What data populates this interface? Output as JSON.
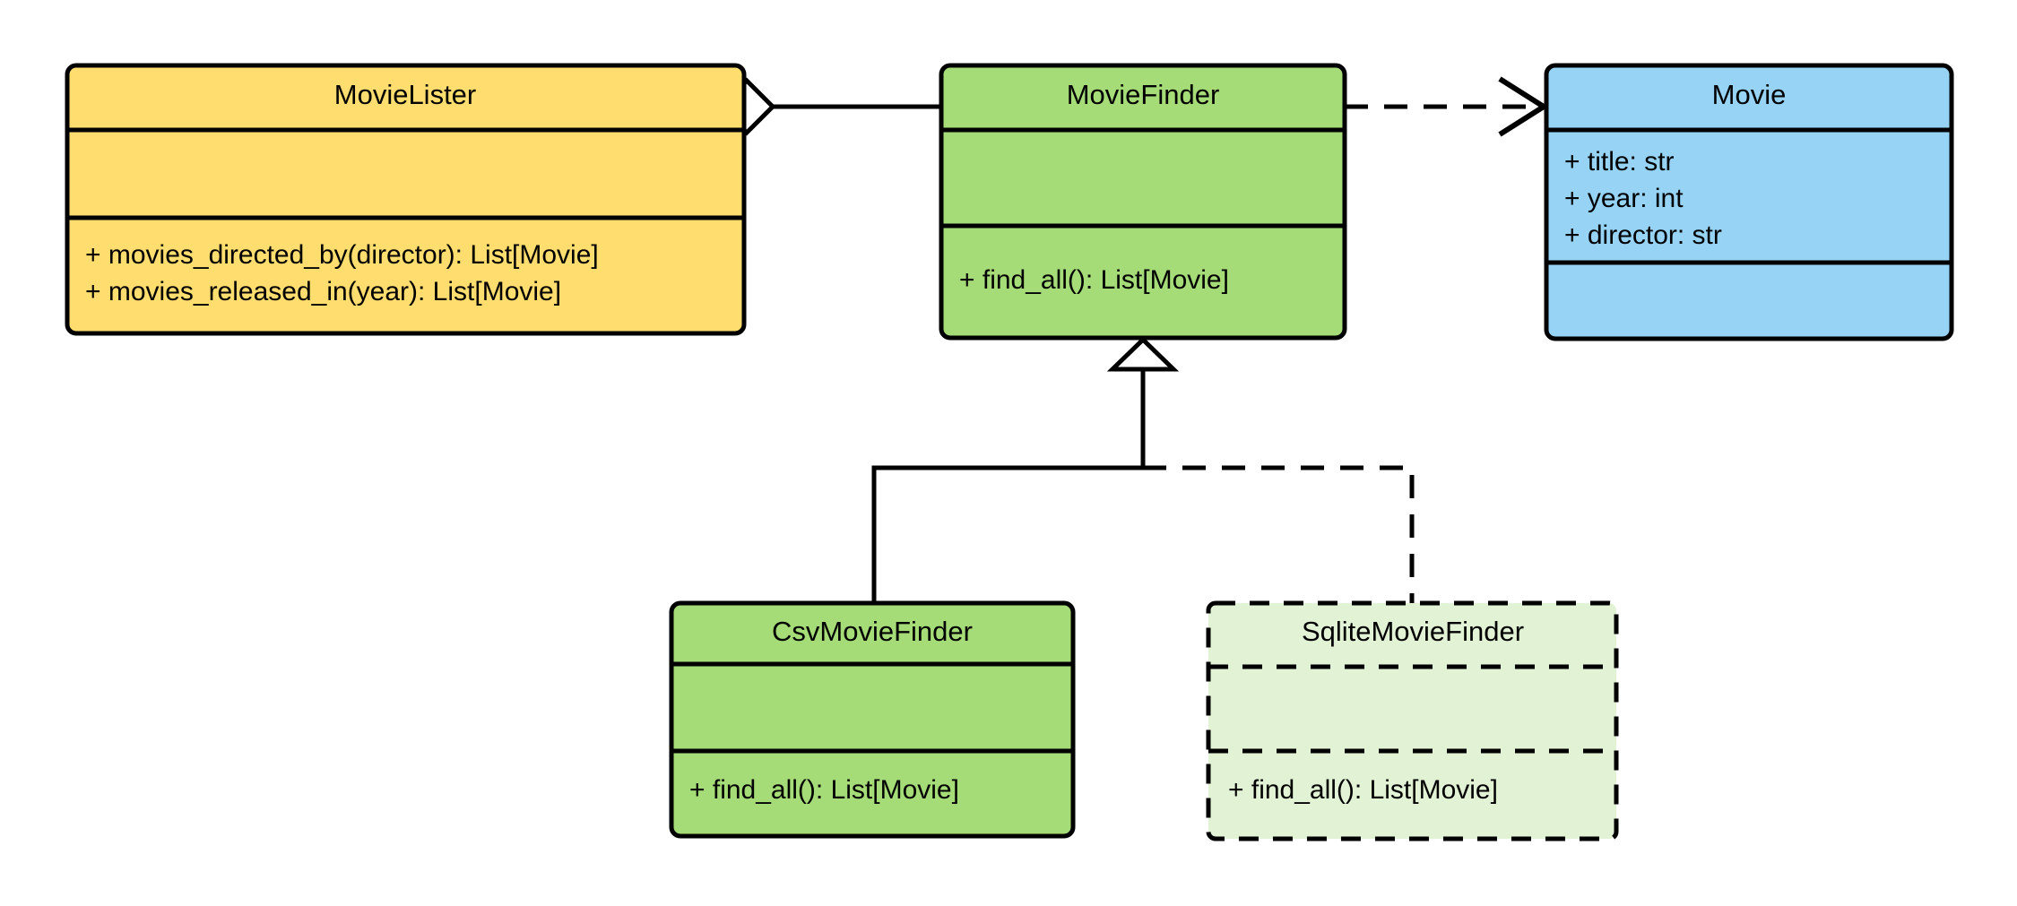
{
  "diagram": {
    "type": "uml-class-diagram",
    "background": "#ffffff",
    "line_color": "#000000"
  },
  "palette": {
    "yellow_fill": "#FFDE6F",
    "green_fill": "#A5DC78",
    "blue_fill": "#96D3F5",
    "pale_green_fill": "#E2F2D5",
    "stroke": "#000000",
    "marker_fill": "#FFFFFF"
  },
  "classes": {
    "movie_lister": {
      "name": "MovieLister",
      "fill": "#FFDE6F",
      "border_style": "solid",
      "attributes": [],
      "methods": [
        "+ movies_directed_by(director): List[Movie]",
        "+ movies_released_in(year): List[Movie]"
      ]
    },
    "movie_finder": {
      "name": "MovieFinder",
      "fill": "#A5DC78",
      "border_style": "solid",
      "attributes": [],
      "methods": [
        "+ find_all(): List[Movie]"
      ]
    },
    "movie": {
      "name": "Movie",
      "fill": "#96D3F5",
      "border_style": "solid",
      "attributes": [
        "+ title: str",
        "+ year: int",
        "+ director: str"
      ],
      "methods": []
    },
    "csv_movie_finder": {
      "name": "CsvMovieFinder",
      "fill": "#A5DC78",
      "border_style": "solid",
      "attributes": [],
      "methods": [
        "+ find_all(): List[Movie]"
      ]
    },
    "sqlite_movie_finder": {
      "name": "SqliteMovieFinder",
      "fill": "#E2F2D5",
      "border_style": "dashed",
      "attributes": [],
      "methods": [
        "+ find_all(): List[Movie]"
      ]
    }
  },
  "relationships": [
    {
      "id": "lister-finder-aggregation",
      "kind": "aggregation",
      "source": "MovieLister",
      "target": "MovieFinder",
      "line_style": "solid",
      "marker": "hollow-diamond"
    },
    {
      "id": "finder-movie-dependency",
      "kind": "dependency",
      "source": "MovieFinder",
      "target": "Movie",
      "line_style": "dashed",
      "marker": "open-arrow"
    },
    {
      "id": "csv-finder-generalization",
      "kind": "generalization",
      "source": "CsvMovieFinder",
      "target": "MovieFinder",
      "line_style": "solid",
      "marker": "hollow-triangle"
    },
    {
      "id": "sqlite-finder-generalization",
      "kind": "generalization",
      "source": "SqliteMovieFinder",
      "target": "MovieFinder",
      "line_style": "dashed",
      "marker": "hollow-triangle"
    }
  ]
}
